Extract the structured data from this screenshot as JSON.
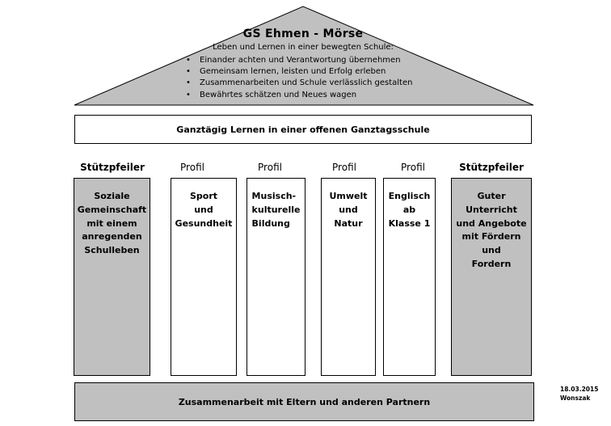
{
  "roof": {
    "title": "GS Ehmen - Mörse",
    "subtitle": "Leben und Lernen in einer bewegten Schule:",
    "bullet_glyph": "•",
    "items": [
      "Einander achten und Verantwortung übernehmen",
      "Gemeinsam lernen, leisten und Erfolg erleben",
      "Zusammenarbeiten und Schule verlässlich gestalten",
      "Bewährtes schätzen und Neues wagen"
    ]
  },
  "banner": {
    "label": "Ganztägig Lernen in einer offenen Ganztagsschule"
  },
  "columns": [
    {
      "header": "Stützpfeiler",
      "text": "Soziale\nGemeinschaft\nmit einem\nanregenden\nSchulleben"
    },
    {
      "header": "Profil",
      "text": "Sport\nund\nGesundheit"
    },
    {
      "header": "Profil",
      "text": "Musisch-\nkulturelle\nBildung"
    },
    {
      "header": "Profil",
      "text": "Umwelt\nund\nNatur"
    },
    {
      "header": "Profil",
      "text": "Englisch\nab\nKlasse 1"
    },
    {
      "header": "Stützpfeiler",
      "text": "Guter\nUnterricht\nund Angebote\nmit Fördern\nund\nFordern"
    }
  ],
  "foundation": {
    "label": "Zusammenarbeit mit Eltern und anderen Partnern"
  },
  "footnote": {
    "date": "18.03.2015",
    "author": "Wonszak"
  },
  "colors": {
    "roof_fill": "#c0c0c0",
    "pillar_gray": "#c0c0c0",
    "outline": "#000000"
  }
}
